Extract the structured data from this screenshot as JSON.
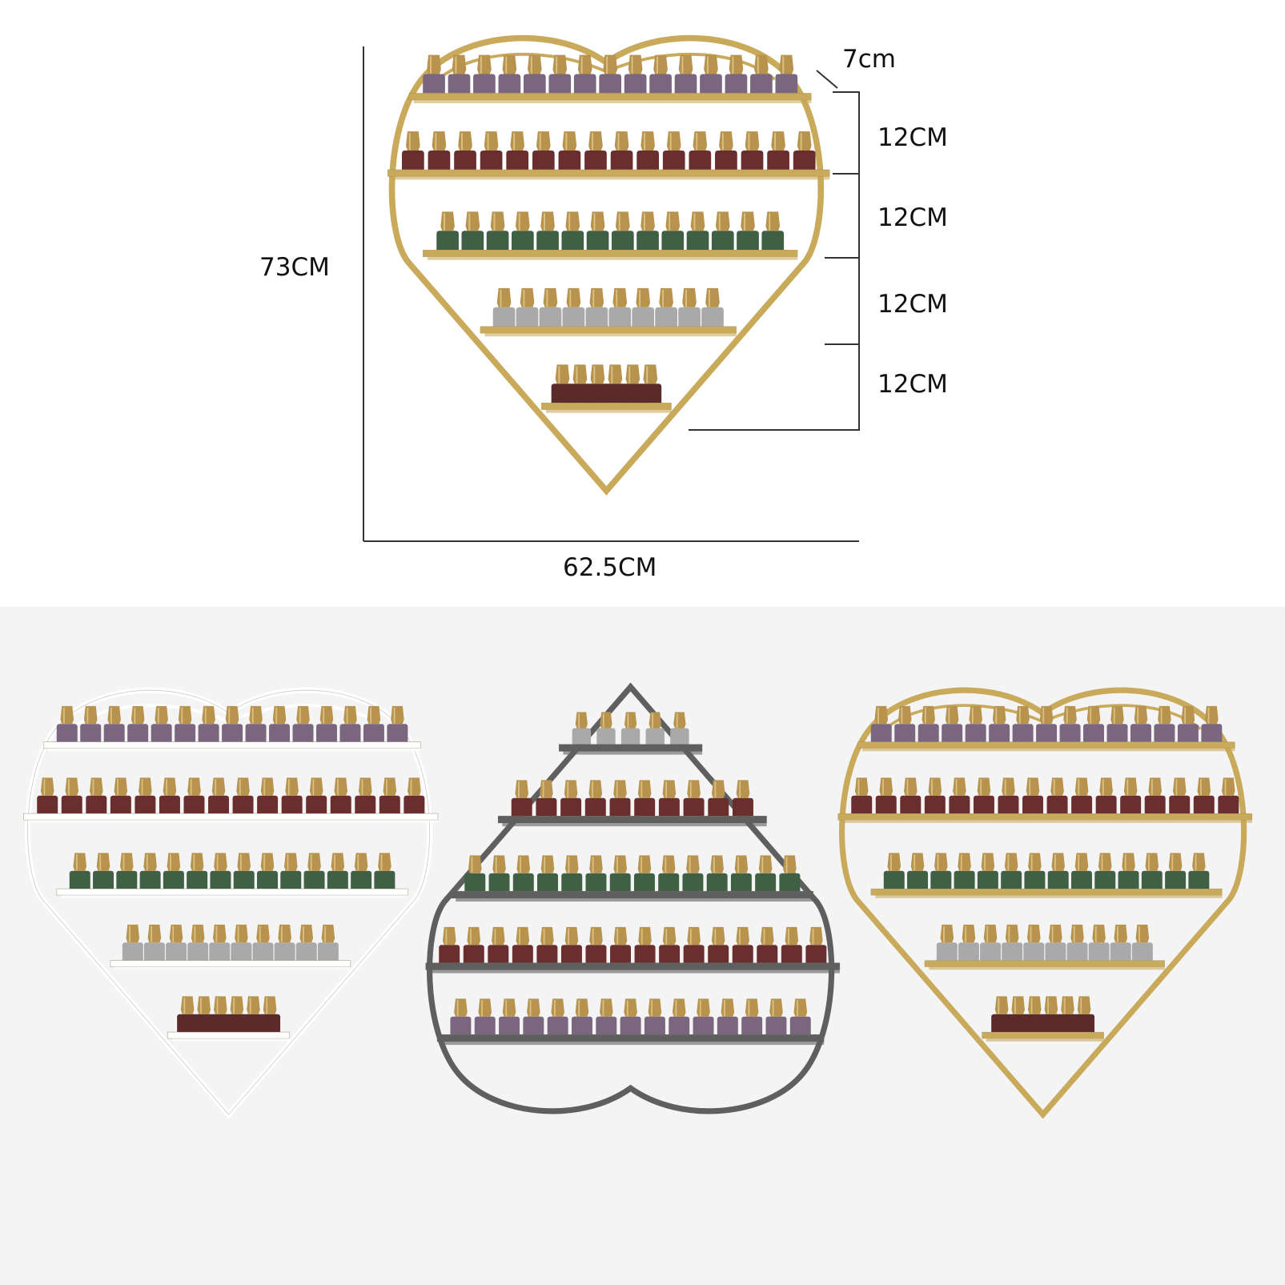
{
  "dimensions": {
    "height": "73CM",
    "width": "62.5CM",
    "depth": "7cm",
    "shelf_spacing": [
      "12CM",
      "12CM",
      "12CM",
      "12CM"
    ]
  },
  "colors": {
    "gold": "#c9a95a",
    "white": "#ffffff",
    "gray": "#5f5f5f",
    "purple": "#7b6680",
    "wine": "#6a2e2e",
    "green": "#3f6045",
    "silver": "#a9a9a9",
    "brown": "#5b2b2b",
    "cap": "#b7934e"
  },
  "variants": [
    "white",
    "gray",
    "gold"
  ]
}
